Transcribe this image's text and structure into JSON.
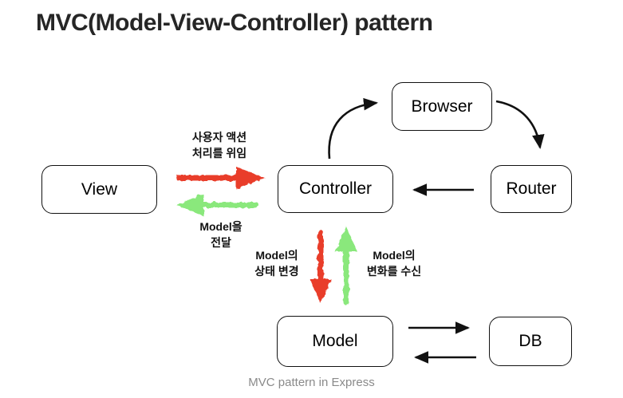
{
  "title": "MVC(Model-View-Controller) pattern",
  "caption": "MVC pattern in Express",
  "colors": {
    "red_arrow": "#e93e2c",
    "green_arrow": "#8ae87b",
    "black": "#111111",
    "title_text": "#262626",
    "caption_gray": "#8a8a8a",
    "background": "#ffffff"
  },
  "nodes": {
    "view": {
      "label": "View"
    },
    "browser": {
      "label": "Browser"
    },
    "controller": {
      "label": "Controller"
    },
    "router": {
      "label": "Router"
    },
    "model": {
      "label": "Model"
    },
    "db": {
      "label": "DB"
    }
  },
  "edge_labels": {
    "delegate": {
      "line1": "사용자 액션",
      "line2": "처리를 위임"
    },
    "deliver": {
      "line1": "Model을",
      "line2": "전달"
    },
    "state_change": {
      "line1": "Model의",
      "line2": "상태 변경"
    },
    "receive_change": {
      "line1": "Model의",
      "line2": "변화를 수신"
    }
  },
  "edges": [
    {
      "from": "View",
      "to": "Controller",
      "style": "crayon-red",
      "label": "사용자 액션 처리를 위임"
    },
    {
      "from": "Controller",
      "to": "View",
      "style": "crayon-green",
      "label": "Model을 전달"
    },
    {
      "from": "Controller",
      "to": "Browser",
      "style": "black-curve",
      "label": ""
    },
    {
      "from": "Browser",
      "to": "Router",
      "style": "black-curve",
      "label": ""
    },
    {
      "from": "Router",
      "to": "Controller",
      "style": "black-straight",
      "label": ""
    },
    {
      "from": "Controller",
      "to": "Model",
      "style": "crayon-red",
      "label": "Model의 상태 변경"
    },
    {
      "from": "Model",
      "to": "Controller",
      "style": "crayon-green",
      "label": "Model의 변화를 수신"
    },
    {
      "from": "Model",
      "to": "DB",
      "style": "black-straight",
      "label": ""
    },
    {
      "from": "DB",
      "to": "Model",
      "style": "black-straight",
      "label": ""
    }
  ]
}
